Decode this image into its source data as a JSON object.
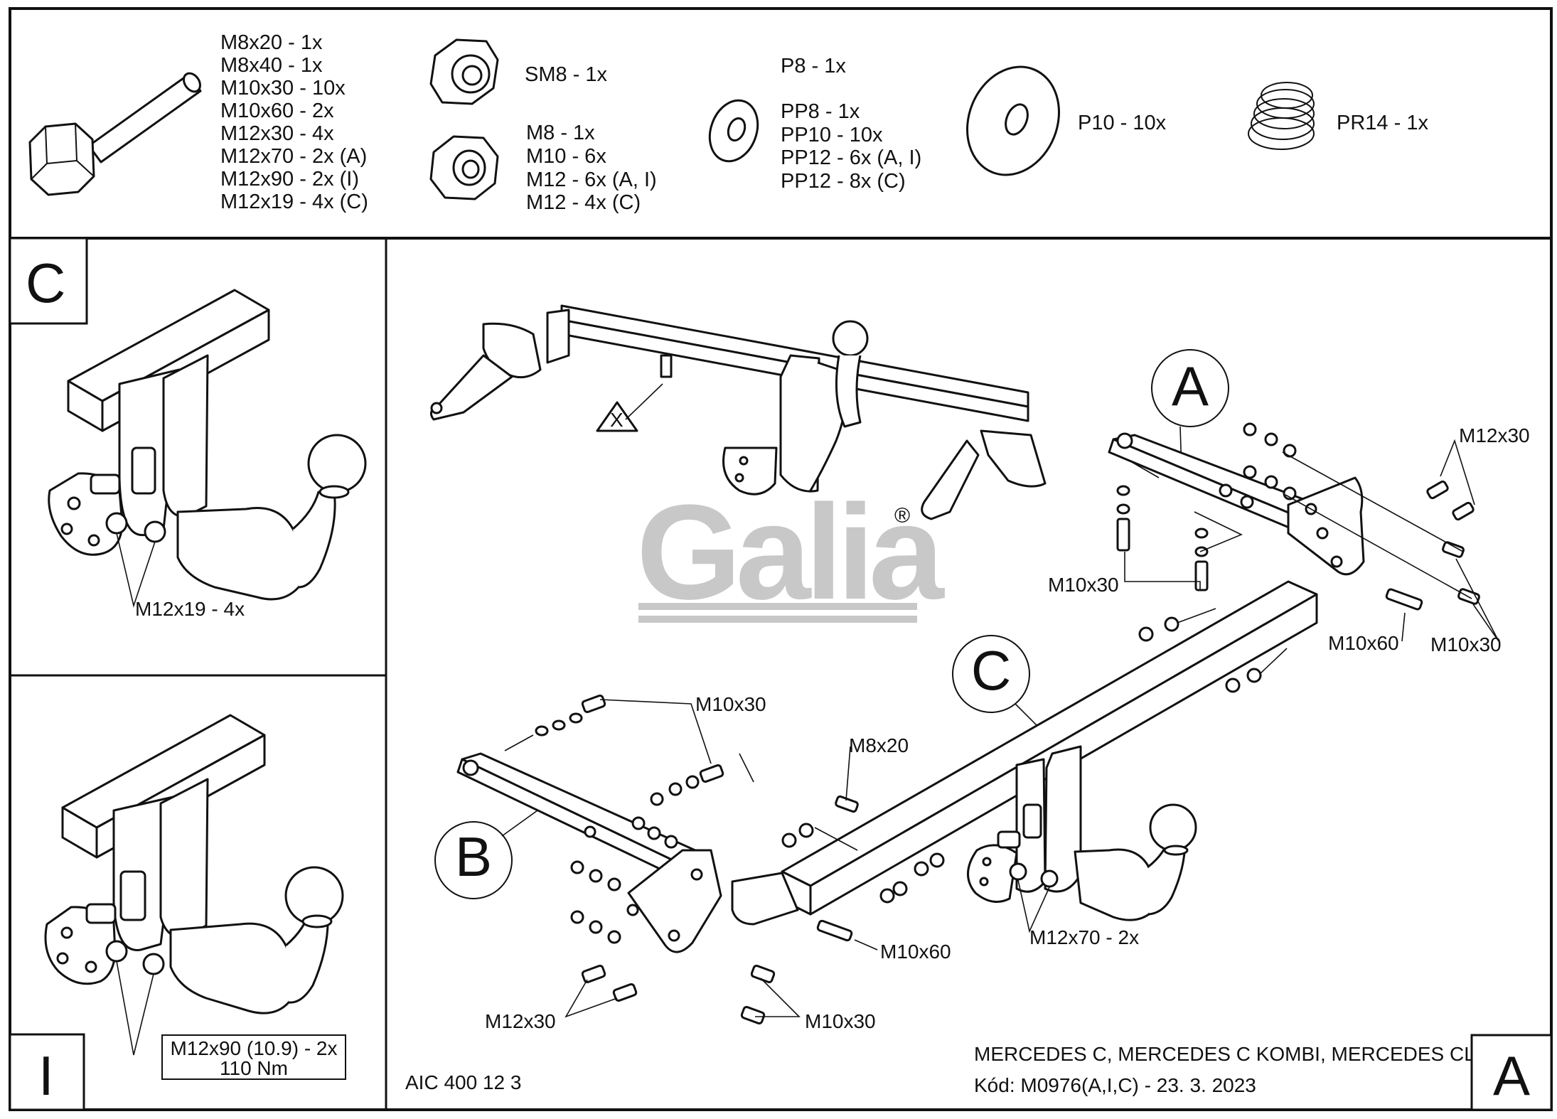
{
  "parts": {
    "bolt_list": [
      "M8x20 - 1x",
      "M8x40 - 1x",
      "M10x30 - 10x",
      "M10x60 - 2x",
      "M12x30 - 4x",
      "M12x70 - 2x (A)",
      "M12x90 - 2x (I)",
      "M12x19 - 4x (C)"
    ],
    "sm8": "SM8 - 1x",
    "nut_list": [
      "M8 - 1x",
      "M10 - 6x",
      "M12 - 6x (A, I)",
      "M12 - 4x (C)"
    ],
    "p8": "P8 - 1x",
    "pp_list": [
      "PP8 - 1x",
      "PP10 - 10x",
      "PP12 - 6x (A, I)",
      "PP12 - 8x (C)"
    ],
    "p10": "P10 - 10x",
    "pr14": "PR14 - 1x"
  },
  "panels": {
    "c_letter": "C",
    "c_label": "M12x19 - 4x",
    "i_letter": "I",
    "i_label_line1": "M12x90 (10.9) - 2x",
    "i_label_line2": "110 Nm",
    "a_letter": "A"
  },
  "main": {
    "x_marker": "X",
    "callout_a": "A",
    "callout_b": "B",
    "callout_c": "C",
    "labels": {
      "m12x30_right": "M12x30",
      "m10x30_mid": "M10x30",
      "m10x60_right": "M10x60",
      "m10x30_right": "M10x30",
      "m10x30_top": "M10x30",
      "m8x20": "M8x20",
      "m10x60_bottom": "M10x60",
      "m12x70": "M12x70 - 2x",
      "m12x30_bottom": "M12x30",
      "m10x30_bottom": "M10x30"
    }
  },
  "footer": {
    "code": "AIC 400 12 3",
    "vehicle": "MERCEDES C, MERCEDES C KOMBI, MERCEDES CLK",
    "kod": "Kód: M0976(A,I,C) - 23. 3. 2023"
  },
  "logo": {
    "text": "Galia",
    "mark": "®",
    "color": "#c8c8c8"
  }
}
